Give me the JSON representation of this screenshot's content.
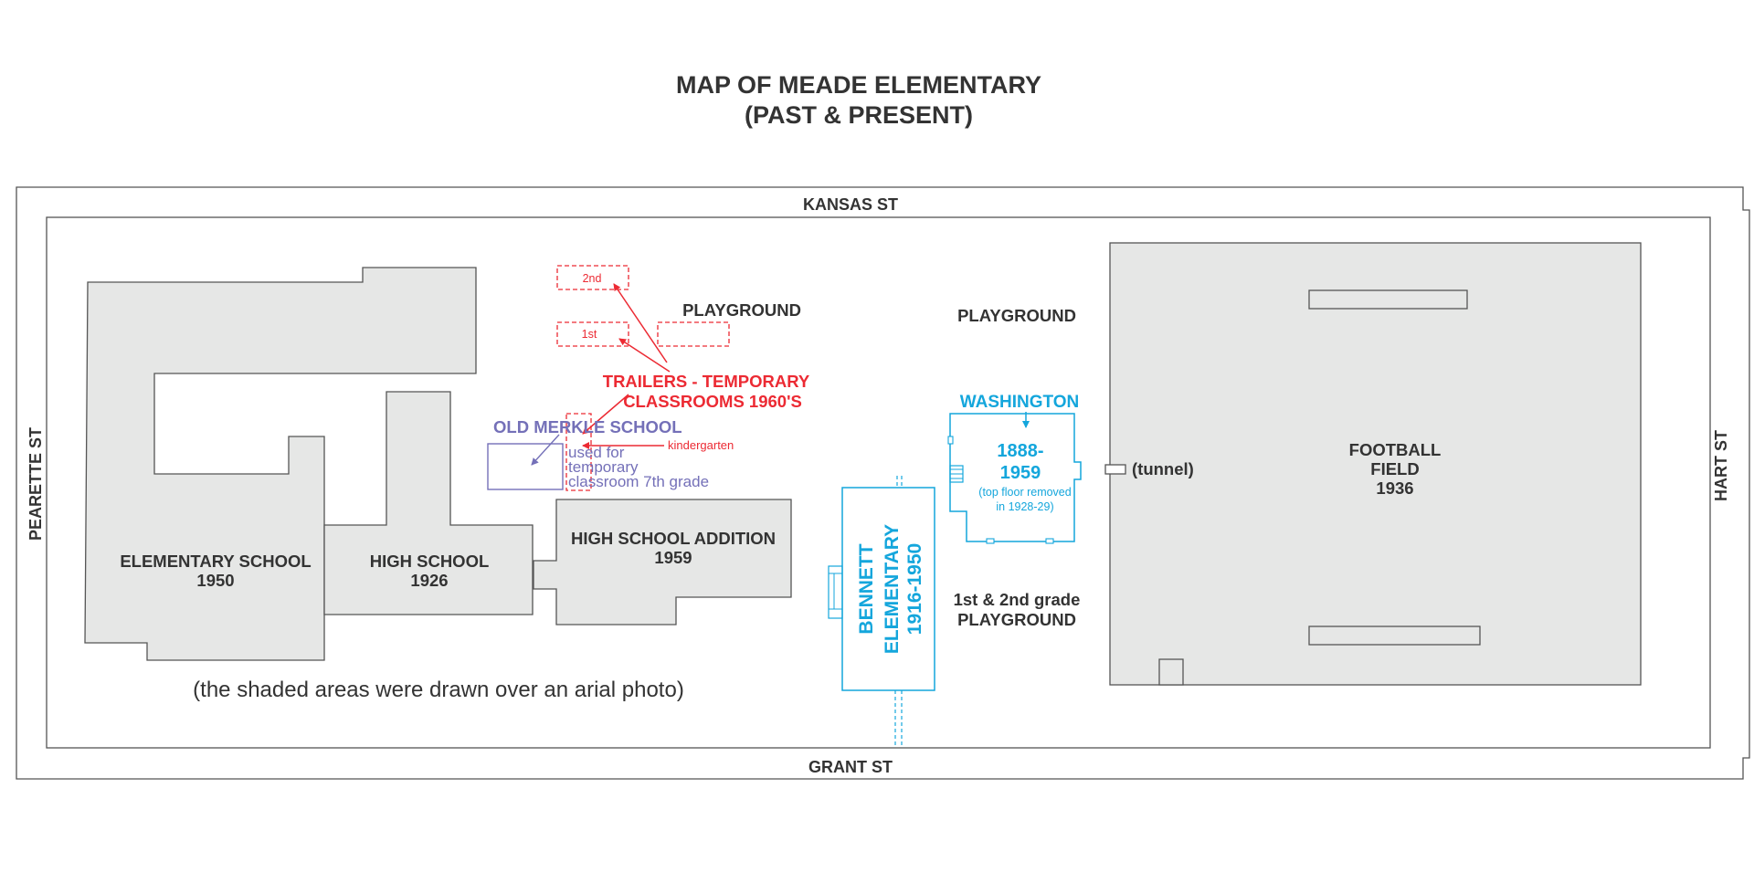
{
  "title": {
    "line1": "MAP OF MEADE ELEMENTARY",
    "line2": "(PAST & PRESENT)"
  },
  "streets": {
    "north": "KANSAS ST",
    "south": "GRANT ST",
    "west": "PEARETTE ST",
    "east": "HART ST"
  },
  "buildings": {
    "elementary": {
      "name": "ELEMENTARY SCHOOL",
      "year": "1950"
    },
    "high_school": {
      "name": "HIGH SCHOOL",
      "year": "1926"
    },
    "addition": {
      "name": "HIGH SCHOOL ADDITION",
      "year": "1959"
    },
    "football": {
      "line1": "FOOTBALL",
      "line2": "FIELD",
      "year": "1936"
    }
  },
  "playgrounds": {
    "left": "PLAYGROUND",
    "center": "PLAYGROUND",
    "grade": {
      "line1": "1st & 2nd grade",
      "line2": "PLAYGROUND"
    }
  },
  "trailers": {
    "label_line1": "TRAILERS - TEMPORARY",
    "label_line2": "CLASSROOMS 1960'S",
    "second": "2nd",
    "first": "1st",
    "kindergarten": "kindergarten"
  },
  "old_merkle": {
    "name": "OLD MERKLE SCHOOL",
    "note_line1": "used for",
    "note_line2": "temporary",
    "note_line3": "classroom 7th grade"
  },
  "washington": {
    "name": "WASHINGTON",
    "years_line1": "1888-",
    "years_line2": "1959",
    "note_line1": "(top floor removed",
    "note_line2": "in 1928-29)"
  },
  "bennett": {
    "line1": "BENNETT",
    "line2": "ELEMENTARY",
    "line3": "1916-1950"
  },
  "tunnel": "(tunnel)",
  "caption": "(the shaded areas were drawn over an arial photo)",
  "colors": {
    "buildings": "#e6e7e6",
    "trailers": "#ec2a33",
    "old_merkle": "#7470b8",
    "washington_bennett": "#14a6dc"
  }
}
